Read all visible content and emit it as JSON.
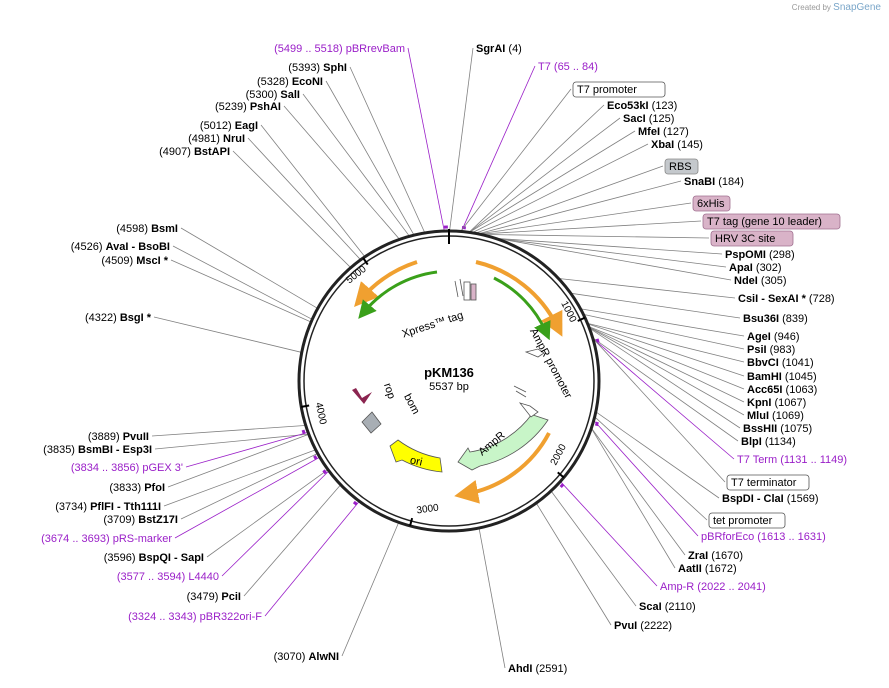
{
  "watermark": {
    "prefix": "Created by",
    "brand": "SnapGene"
  },
  "plasmid": {
    "name": "pKM136",
    "size_label": "5537 bp"
  },
  "ticks": [
    "1000",
    "2000",
    "3000",
    "4000",
    "5000"
  ],
  "sites": [
    {
      "side": "R",
      "name": "SgrAI",
      "pos": "(4)"
    },
    {
      "side": "R",
      "name": "Eco53kI",
      "pos": "(123)"
    },
    {
      "side": "R",
      "name": "SacI",
      "pos": "(125)"
    },
    {
      "side": "R",
      "name": "MfeI",
      "pos": "(127)"
    },
    {
      "side": "R",
      "name": "XbaI",
      "pos": "(145)"
    },
    {
      "side": "R",
      "name": "SnaBI",
      "pos": "(184)"
    },
    {
      "side": "R",
      "name": "PspOMI",
      "pos": "(298)"
    },
    {
      "side": "R",
      "name": "ApaI",
      "pos": "(302)"
    },
    {
      "side": "R",
      "name": "NdeI",
      "pos": "(305)"
    },
    {
      "side": "R",
      "name": "CsiI  -  SexAI *",
      "pos": "(728)"
    },
    {
      "side": "R",
      "name": "Bsu36I",
      "pos": "(839)"
    },
    {
      "side": "R",
      "name": "AgeI",
      "pos": "(946)"
    },
    {
      "side": "R",
      "name": "PsiI",
      "pos": "(983)"
    },
    {
      "side": "R",
      "name": "BbvCI",
      "pos": "(1041)"
    },
    {
      "side": "R",
      "name": "BamHI",
      "pos": "(1045)"
    },
    {
      "side": "R",
      "name": "Acc65I",
      "pos": "(1063)"
    },
    {
      "side": "R",
      "name": "KpnI",
      "pos": "(1067)"
    },
    {
      "side": "R",
      "name": "MluI",
      "pos": "(1069)"
    },
    {
      "side": "R",
      "name": "BssHII",
      "pos": "(1075)"
    },
    {
      "side": "R",
      "name": "BlpI",
      "pos": "(1134)"
    },
    {
      "side": "R",
      "name": "BspDI  -  ClaI",
      "pos": "(1569)"
    },
    {
      "side": "R",
      "name": "ZraI",
      "pos": "(1670)"
    },
    {
      "side": "R",
      "name": "AatII",
      "pos": "(1672)"
    },
    {
      "side": "R",
      "name": "ScaI",
      "pos": "(2110)"
    },
    {
      "side": "R",
      "name": "PvuI",
      "pos": "(2222)"
    },
    {
      "side": "R",
      "name": "AhdI",
      "pos": "(2591)"
    },
    {
      "side": "L",
      "name": "AlwNI",
      "pos": "(3070)"
    },
    {
      "side": "L",
      "name": "PciI",
      "pos": "(3479)"
    },
    {
      "side": "L",
      "name": "BspQI  -  SapI",
      "pos": "(3596)"
    },
    {
      "side": "L",
      "name": "BstZ17I",
      "pos": "(3709)"
    },
    {
      "side": "L",
      "name": "PflFI  -  Tth111I",
      "pos": "(3734)"
    },
    {
      "side": "L",
      "name": "PfoI",
      "pos": "(3833)"
    },
    {
      "side": "L",
      "name": "BsmBI  -  Esp3I",
      "pos": "(3835)"
    },
    {
      "side": "L",
      "name": "PvuII",
      "pos": "(3889)"
    },
    {
      "side": "L",
      "name": "BsgI *",
      "pos": "(4322)"
    },
    {
      "side": "L",
      "name": "MscI *",
      "pos": "(4509)"
    },
    {
      "side": "L",
      "name": "AvaI  -  BsoBI",
      "pos": "(4526)"
    },
    {
      "side": "L",
      "name": "BsmI",
      "pos": "(4598)"
    },
    {
      "side": "L",
      "name": "BstAPI",
      "pos": "(4907)"
    },
    {
      "side": "L",
      "name": "NruI",
      "pos": "(4981)"
    },
    {
      "side": "L",
      "name": "EagI",
      "pos": "(5012)"
    },
    {
      "side": "L",
      "name": "PshAI",
      "pos": "(5239)"
    },
    {
      "side": "L",
      "name": "SalI",
      "pos": "(5300)"
    },
    {
      "side": "L",
      "name": "EcoNI",
      "pos": "(5328)"
    },
    {
      "side": "L",
      "name": "SphI",
      "pos": "(5393)"
    }
  ],
  "primers": [
    {
      "side": "R",
      "name": "T7",
      "pos": "(65 .. 84)"
    },
    {
      "side": "R",
      "name": "T7 Term",
      "pos": "(1131 .. 1149)"
    },
    {
      "side": "R",
      "name": "pBRforEco",
      "pos": "(1613 .. 1631)"
    },
    {
      "side": "R",
      "name": "Amp-R",
      "pos": "(2022 .. 2041)"
    },
    {
      "side": "L",
      "name": "pBRrevBam",
      "pos": "(5499 .. 5518)"
    },
    {
      "side": "L",
      "name": "pGEX 3'",
      "pos": "(3834 .. 3856)"
    },
    {
      "side": "L",
      "name": "pRS-marker",
      "pos": "(3674 .. 3693)"
    },
    {
      "side": "L",
      "name": "L4440",
      "pos": "(3577 .. 3594)"
    },
    {
      "side": "L",
      "name": "pBR322ori-F",
      "pos": "(3324 .. 3343)"
    }
  ],
  "feature_boxes": [
    {
      "name": "T7 promoter",
      "style": "white"
    },
    {
      "name": "RBS",
      "style": "gray"
    },
    {
      "name": "6xHis",
      "style": "pink"
    },
    {
      "name": "T7 tag (gene 10 leader)",
      "style": "pink"
    },
    {
      "name": "HRV 3C site",
      "style": "pink"
    },
    {
      "name": "T7 terminator",
      "style": "white"
    },
    {
      "name": "tet promoter",
      "style": "white"
    }
  ],
  "inner_labels": {
    "xpress": "Xpress™ tag",
    "ampr_promoter": "AmpR promoter",
    "ampr": "AmpR",
    "ori": "ori",
    "rop": "rop",
    "bom": "bom"
  },
  "colors": {
    "backbone": "#222222",
    "primer": "#9a1fc8",
    "leader": "#808080",
    "orf_orange": "#f0a030",
    "orf_green": "#3aa01a",
    "ampr_fill": "#c8f5c8",
    "ori_fill": "#ffff00",
    "rop_fill": "#8b2550",
    "bom_fill": "#a8aeb4",
    "box_pink": "#d9b3c8",
    "box_gray": "#c4c8cc"
  }
}
